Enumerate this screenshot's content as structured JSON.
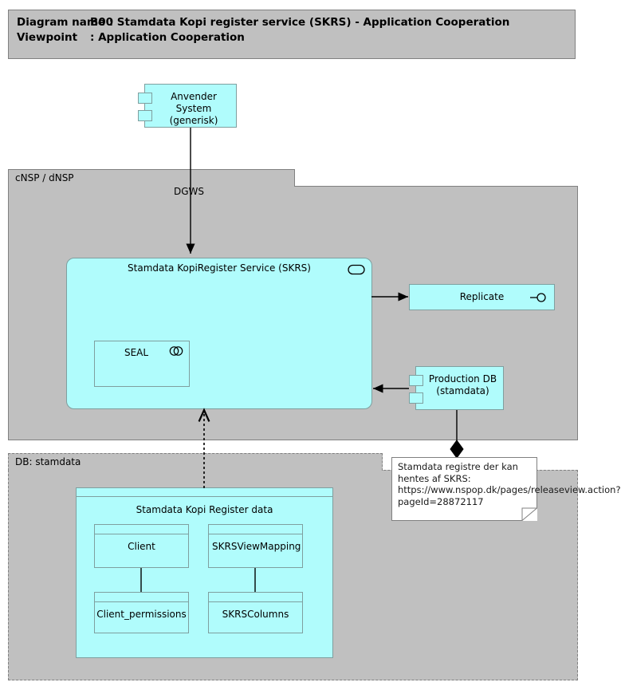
{
  "header": {
    "diagram_name_label": "Diagram name :",
    "diagram_name_value": "B00 Stamdata Kopi register service (SKRS) - Application Cooperation",
    "viewpoint_label": "Viewpoint",
    "viewpoint_value": ": Application Cooperation"
  },
  "packages": [
    {
      "id": "cnsp",
      "label": "cNSP / dNSP",
      "style": "solid"
    },
    {
      "id": "dbstamdata",
      "label": "DB: stamdata",
      "style": "dashed"
    }
  ],
  "elements": {
    "anvender_system": {
      "label": "Anvender System\n(generisk)",
      "type": "application-component"
    },
    "skrs_service": {
      "label": "Stamdata KopiRegister Service (SKRS)",
      "type": "application-service"
    },
    "seal": {
      "label": "SEAL",
      "type": "application-collaboration"
    },
    "replicate": {
      "label": "Replicate",
      "type": "application-interface"
    },
    "production_db": {
      "label": "Production DB\n(stamdata)",
      "type": "application-component"
    },
    "kopi_register_data": {
      "label": "Stamdata Kopi Register data",
      "type": "grouping"
    },
    "data_objects": [
      {
        "id": "client",
        "label": "Client"
      },
      {
        "id": "skrsviewmapping",
        "label": "SKRSViewMapping"
      },
      {
        "id": "client_permissions",
        "label": "Client_permissions"
      },
      {
        "id": "skrscolumns",
        "label": "SKRSColumns"
      }
    ]
  },
  "connections": [
    {
      "id": "dgws",
      "label": "DGWS",
      "from": "anvender_system",
      "to": "skrs_service",
      "style": "solid-arrow"
    },
    {
      "id": "skrs-replicate",
      "label": "",
      "from": "skrs_service",
      "to": "replicate",
      "style": "solid-arrow"
    },
    {
      "id": "proddb-skrs",
      "label": "",
      "from": "production_db",
      "to": "skrs_service",
      "style": "solid-arrow"
    },
    {
      "id": "data-skrs",
      "label": "",
      "from": "kopi_register_data",
      "to": "skrs_service",
      "style": "dotted-arrow"
    },
    {
      "id": "proddb-note",
      "label": "",
      "from": "production_db",
      "to": "note",
      "style": "aggregation-diamond"
    },
    {
      "id": "client-clientperm",
      "label": "",
      "from": "client",
      "to": "client_permissions",
      "style": "line"
    },
    {
      "id": "viewmap-columns",
      "label": "",
      "from": "skrsviewmapping",
      "to": "skrscolumns",
      "style": "line"
    }
  ],
  "note": {
    "text": "Stamdata registre der kan hentes af SKRS: https://www.nspop.dk/pages/releaseview.action?pageId=28872117"
  },
  "colors": {
    "background": "#ffffff",
    "package_fill": "#c0c0c0",
    "package_border": "#808080",
    "element_fill": "#b0fcfc",
    "element_border": "#7f9f9f",
    "note_fill": "#ffffff",
    "line": "#000000",
    "text": "#000000"
  }
}
